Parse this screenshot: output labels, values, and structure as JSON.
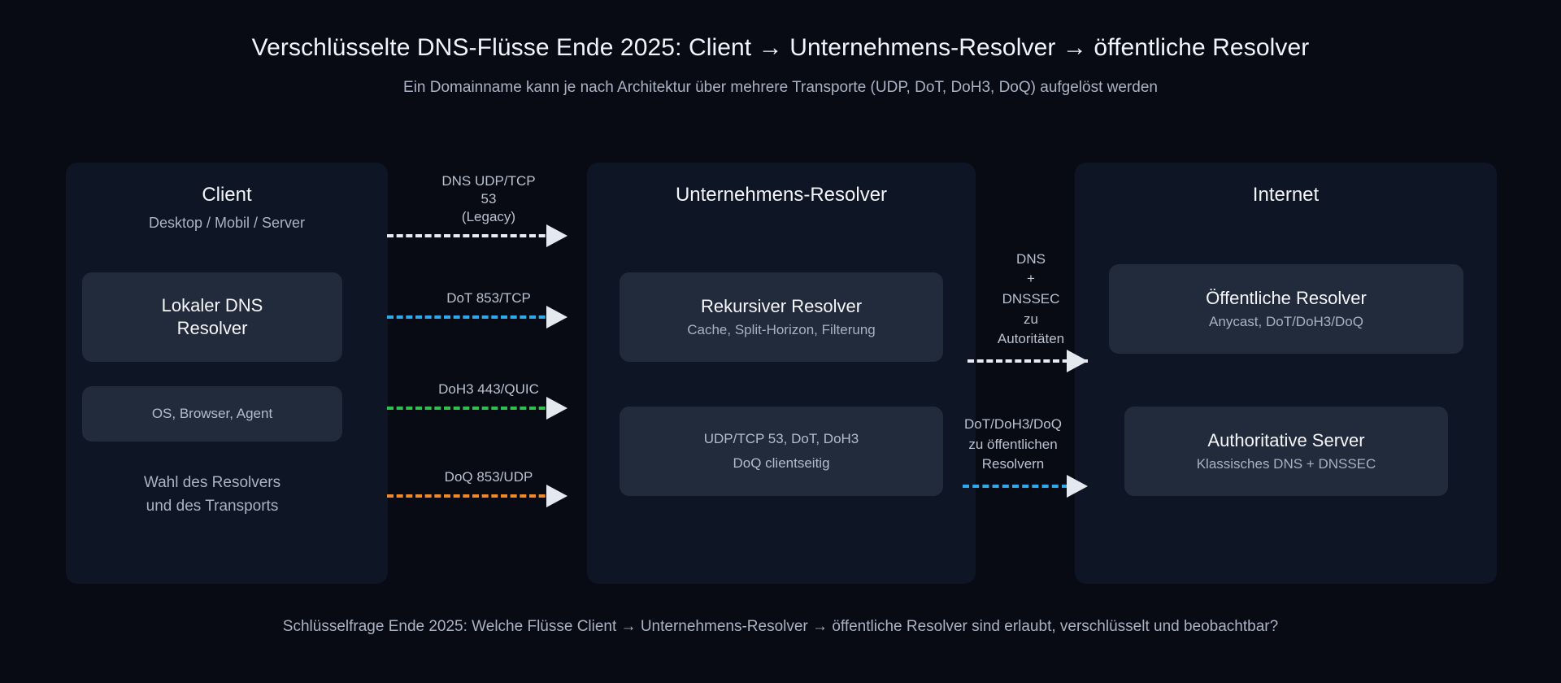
{
  "header": {
    "title": "Verschlüsselte DNS-Flüsse Ende 2025: Client → Unternehmens-Resolver → öffentliche Resolver",
    "subtitle": "Ein Domainname kann je nach Architektur über mehrere Transporte (UDP, DoT, DoH3, DoQ) aufgelöst werden"
  },
  "zones": {
    "client": {
      "title": "Client",
      "subtitle": "Desktop / Mobil / Server",
      "nodes": {
        "resolver": {
          "title": "Lokaler DNS\nResolver"
        },
        "stack": {
          "title": "OS, Browser, Agent"
        },
        "note": {
          "title": "Wahl des Resolvers\nund des Transports"
        }
      }
    },
    "enterprise": {
      "title": "Unternehmens-Resolver",
      "nodes": {
        "recursive": {
          "title": "Rekursiver Resolver",
          "subtitle": "Cache, Split-Horizon, Filterung"
        },
        "transports": {
          "title": "UDP/TCP 53, DoT, DoH3\nDoQ clientseitig"
        }
      }
    },
    "internet": {
      "title": "Internet",
      "nodes": {
        "public": {
          "title": "Öffentliche Resolver",
          "subtitle": "Anycast, DoT/DoH3/DoQ"
        },
        "authoritative": {
          "title": "Authoritative Server",
          "subtitle": "Klassisches DNS + DNSSEC"
        }
      }
    }
  },
  "connectors": [
    {
      "id": "legacy",
      "label": "DNS UDP/TCP 53\n(Legacy)",
      "color": "#e8ecf2"
    },
    {
      "id": "dot",
      "label": "DoT 853/TCP",
      "color": "#2fa9ea"
    },
    {
      "id": "doh3",
      "label": "DoH3 443/QUIC",
      "color": "#2fbf4f"
    },
    {
      "id": "doq",
      "label": "DoQ 853/UDP",
      "color": "#f08a28"
    },
    {
      "id": "authoritative",
      "label": "DNS\n+\nDNSSEC\nzu Autoritäten",
      "color": "#e8ecf2"
    },
    {
      "id": "public",
      "label": "DoT/DoH3/DoQ\nzu öffentlichen Resolvern",
      "color": "#2fa9ea"
    }
  ],
  "footer": {
    "text": "Schlüsselfrage Ende 2025: Welche Flüsse Client → Unternehmens-Resolver → öffentliche Resolver sind erlaubt, verschlüsselt und beobachtbar?"
  },
  "colors": {
    "background": "#080b14",
    "zone": "#0e1524",
    "node": "#222b3b",
    "text_primary": "#f1f4f9",
    "text_secondary": "#aab3c4"
  }
}
